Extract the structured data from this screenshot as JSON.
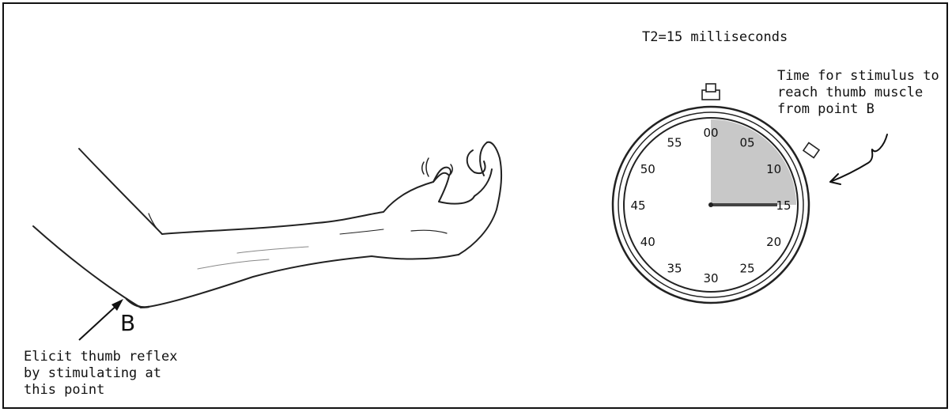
{
  "title": "T2=15 milliseconds",
  "stimulus_note": "Time for stimulus to\nreach thumb muscle\nfrom point B",
  "elicit_note": "Elicit thumb reflex\nby stimulating at\nthis point",
  "point_label": "B",
  "stopwatch": {
    "reading_ms": 15,
    "full_scale": 60,
    "dial_labels": [
      "00",
      "05",
      "10",
      "15",
      "20",
      "25",
      "30",
      "35",
      "40",
      "45",
      "50",
      "55"
    ],
    "fill_color": "#c8c8c8"
  }
}
